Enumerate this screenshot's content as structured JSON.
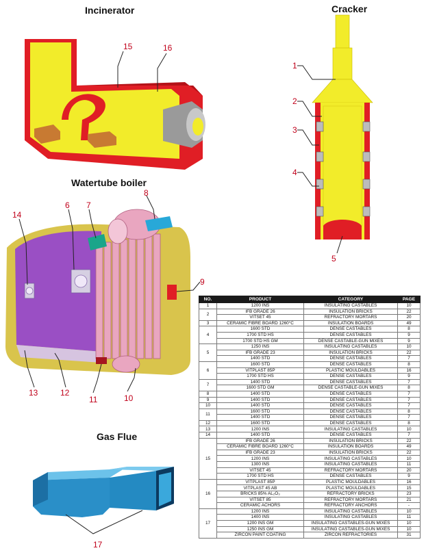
{
  "titles": {
    "incinerator": "Incinerator",
    "cracker": "Cracker",
    "watertube_boiler": "Watertube boiler",
    "gas_flue": "Gas Flue"
  },
  "callouts": {
    "n1": "1",
    "n2": "2",
    "n3": "3",
    "n4": "4",
    "n5": "5",
    "n6": "6",
    "n7": "7",
    "n8": "8",
    "n9": "9",
    "n10": "10",
    "n11": "11",
    "n12": "12",
    "n13": "13",
    "n14": "14",
    "n15": "15",
    "n16": "16",
    "n17": "17"
  },
  "colors": {
    "refractory_red": "#e01e25",
    "casing_yellow": "#f2ec2a",
    "lining_purple": "#9a4fc4",
    "flue_blue": "#2a8fc8",
    "tube_pink": "#e9a6c0",
    "brick_brown": "#c87a32"
  },
  "table": {
    "headers": [
      "NO.",
      "PRODUCT",
      "CATEGORY",
      "PAGE"
    ],
    "groups": [
      {
        "no": "1",
        "rows": [
          [
            "1200 INS",
            "INSULATING CASTABLES",
            "10"
          ]
        ]
      },
      {
        "no": "2",
        "rows": [
          [
            "IFB GRADE 26",
            "INSULATION BRICKS",
            "22"
          ],
          [
            "VITSET 45",
            "REFRACTORY MORTARS",
            "20"
          ]
        ]
      },
      {
        "no": "3",
        "rows": [
          [
            "CERAMIC FIBRE BOARD 1260°C",
            "INSULATION BOARDS",
            "49"
          ]
        ]
      },
      {
        "no": "4",
        "rows": [
          [
            "1600 STD",
            "DENSE CASTABLES",
            "8"
          ],
          [
            "1700 STD HS",
            "DENSE CASTABLES",
            "9"
          ],
          [
            "1700 STD HS GM",
            "DENSE CASTABLE-GUN MIXES",
            "9"
          ]
        ]
      },
      {
        "no": "5",
        "rows": [
          [
            "1250 INS",
            "INSULATING CASTABLES",
            "10"
          ],
          [
            "IFB GRADE 23",
            "INSULATION BRICKS",
            "22"
          ],
          [
            "1400 STD",
            "DENSE CASTABLES",
            "7"
          ]
        ]
      },
      {
        "no": "6",
        "rows": [
          [
            "1600 STD",
            "DENSE CASTABLES",
            "8"
          ],
          [
            "VITPLAST 85P",
            "PLASTIC MOULDABLES",
            "16"
          ],
          [
            "1700 STD HS",
            "DENSE CASTABLES",
            "9"
          ]
        ]
      },
      {
        "no": "7",
        "rows": [
          [
            "1400 STD",
            "DENSE CASTABLES",
            "7"
          ],
          [
            "1600 STD GM",
            "DENSE CASTABLE-GUN MIXES",
            "8"
          ]
        ]
      },
      {
        "no": "8",
        "rows": [
          [
            "1400 STD",
            "DENSE CASTABLES",
            "7"
          ]
        ]
      },
      {
        "no": "9",
        "rows": [
          [
            "1400 STD",
            "DENSE CASTABLES",
            "7"
          ]
        ]
      },
      {
        "no": "10",
        "rows": [
          [
            "1400 STD",
            "DENSE CASTABLES",
            "7"
          ]
        ]
      },
      {
        "no": "11",
        "rows": [
          [
            "1600 STD",
            "DENSE CASTABLES",
            "8"
          ],
          [
            "1400 STD",
            "DENSE CASTABLES",
            "7"
          ]
        ]
      },
      {
        "no": "12",
        "rows": [
          [
            "1600 STD",
            "DENSE CASTABLES",
            "8"
          ]
        ]
      },
      {
        "no": "13",
        "rows": [
          [
            "1200 INS",
            "INSULATING CASTABLES",
            "10"
          ]
        ]
      },
      {
        "no": "14",
        "rows": [
          [
            "1400 STD",
            "DENSE CASTABLES",
            "7"
          ]
        ]
      },
      {
        "no": "15",
        "rows": [
          [
            "IFB GRADE 26",
            "INSULATION BRICKS",
            "22"
          ],
          [
            "CERAMIC FIBRE BOARD 1260°C",
            "INSULATION BOARDS",
            "49"
          ],
          [
            "IFB GRADE 23",
            "INSULATION BRICKS",
            "22"
          ],
          [
            "1200 INS",
            "INSULATING CASTABLES",
            "10"
          ],
          [
            "1300 INS",
            "INSULATING CASTABLES",
            "11"
          ],
          [
            "VITSET 45",
            "REFRACTORY MORTARS",
            "20"
          ],
          [
            "1700 STD HS",
            "DENSE CASTABLES",
            "9"
          ]
        ]
      },
      {
        "no": "16",
        "rows": [
          [
            "VITPLAST 85P",
            "PLASTIC MOULDABLES",
            "16"
          ],
          [
            "VITPLAST 45 AB",
            "PLASTIC MOULDABLES",
            "15"
          ],
          [
            "BRICKS 85% AL₂O₃",
            "REFRACTORY BRICKS",
            "23"
          ],
          [
            "VITSET 85",
            "REFRACTORY MORTARS",
            "21"
          ],
          [
            "CERAMIC ACHORS",
            "REFRACTORY ANCHORS",
            "-"
          ]
        ]
      },
      {
        "no": "17",
        "rows": [
          [
            "1200 INS",
            "INSULATING CASTABLES",
            "10"
          ],
          [
            "1400 INS",
            "INSULATING CASTABLES",
            "11"
          ],
          [
            "1200 INS GM",
            "INSULATING CASTABLES-GUN MIXES",
            "10"
          ],
          [
            "1250 INS GM",
            "INSULATING CASTABLES-GUN MIXES",
            "10"
          ],
          [
            "ZIRCON PAINT COATING",
            "ZIRCON REFRACTORIES",
            "31"
          ]
        ]
      }
    ]
  }
}
